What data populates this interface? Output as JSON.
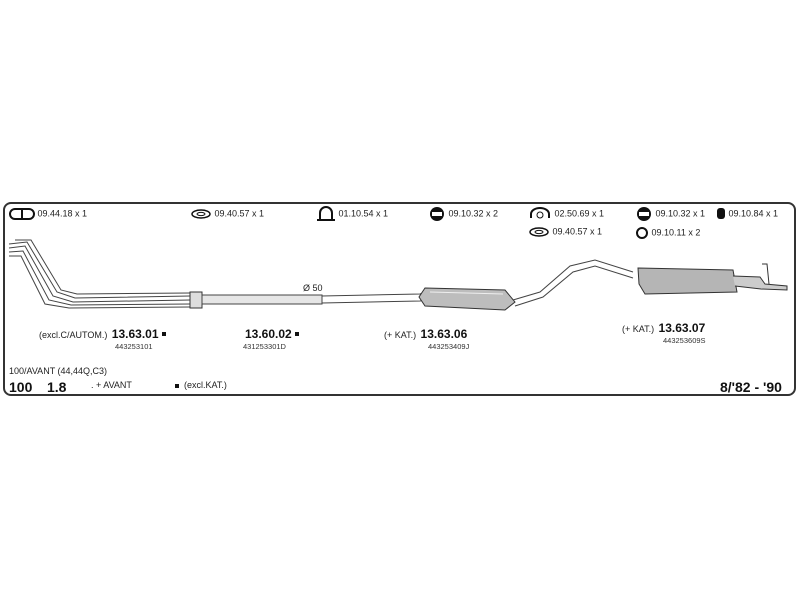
{
  "hardware": [
    {
      "icon": "clamp-ring-icon",
      "code": "09.44.18 x 1"
    },
    {
      "icon": "gasket-ring-icon",
      "code": "09.40.57 x 1"
    },
    {
      "icon": "u-bolt-clamp-icon",
      "code": "01.10.54 x 1"
    },
    {
      "icon": "rubber-mount-icon",
      "code": "09.10.32 x 2"
    },
    {
      "icon": "pipe-clamp-icon",
      "code": "02.50.69 x 1"
    },
    {
      "icon": "gasket-ring-icon",
      "code": "09.40.57 x 1"
    },
    {
      "icon": "rubber-mount-icon",
      "code": "09.10.32 x 1"
    },
    {
      "icon": "hanger-rubber-icon",
      "code": "09.10.84 x 1"
    },
    {
      "icon": "rubber-ring-icon",
      "code": "09.10.11 x 2"
    }
  ],
  "diameter_label": "Ø 50",
  "parts": [
    {
      "note": "(excl.C/AUTOM.)",
      "number": "13.63.01",
      "square": true,
      "oem": "443253101"
    },
    {
      "note": "",
      "number": "13.60.02",
      "square": true,
      "oem": "431253301D"
    },
    {
      "note": "(+ KAT.)",
      "number": "13.63.06",
      "square": false,
      "oem": "443253409J"
    },
    {
      "note": "(+ KAT.)",
      "number": "13.63.07",
      "square": false,
      "oem": "443253609S"
    }
  ],
  "vehicle": {
    "variant": "100/AVANT (44,44Q,C3)",
    "model": "100",
    "engine": "1.8",
    "legend_avant": ". + AVANT",
    "legend_square": "(excl.KAT.)",
    "years": "8/'82 - '90"
  }
}
